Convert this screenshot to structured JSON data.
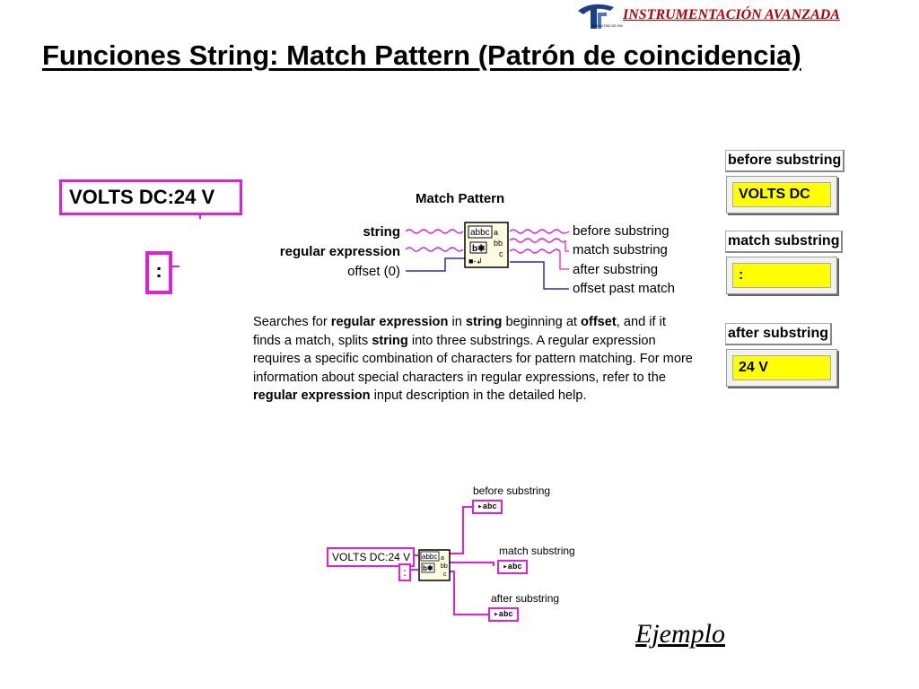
{
  "header": {
    "brand": "INSTRUMENTACIÓN AVANZADA",
    "logo_small_text": "FACULTAD DE INGENIERIA",
    "title": "Funciones String: Match Pattern (Patrón de coincidencia)"
  },
  "front_panel": {
    "input_string": "VOLTS DC:24 V",
    "pattern": ":"
  },
  "context_help": {
    "title": "Match Pattern",
    "inputs": [
      "string",
      "regular expression",
      "offset (0)"
    ],
    "outputs": [
      "before substring",
      "match substring",
      "after substring",
      "offset past match"
    ],
    "description": [
      {
        "t": "Searches for "
      },
      {
        "t": "regular expression",
        "b": true
      },
      {
        "t": " in "
      },
      {
        "t": "string",
        "b": true
      },
      {
        "t": " beginning at "
      },
      {
        "t": "offset",
        "b": true
      },
      {
        "t": ", and if it finds a match, splits "
      },
      {
        "t": "string",
        "b": true
      },
      {
        "t": " into three substrings. A regular expression requires a specific combination of characters for pattern matching. For more information about special characters in regular expressions, refer to the "
      },
      {
        "t": "regular expression",
        "b": true
      },
      {
        "t": " input description in the detailed help."
      }
    ]
  },
  "indicators": [
    {
      "label": "before substring",
      "value": "VOLTS DC"
    },
    {
      "label": "match substring",
      "value": ":"
    },
    {
      "label": "after substring",
      "value": "24 V"
    }
  ],
  "block_diagram": {
    "input_string": "VOLTS DC:24 V",
    "pattern": ":",
    "outputs": [
      "before substring",
      "match substring",
      "after substring"
    ],
    "terminal_text": "abc"
  },
  "footer": {
    "example_label": "Ejemplo"
  },
  "colors": {
    "string_wire": "#e020d8",
    "numeric_wire": "#2030c0",
    "indicator_fill": "#ffff00",
    "brand": "#b00000"
  }
}
